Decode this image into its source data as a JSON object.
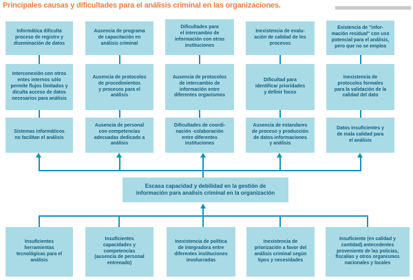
{
  "title": {
    "text": "Principales causas y dificultades para el análisis criminal en las organizaciones."
  },
  "theme": {
    "accent": "#ee7c3e",
    "box_fill": "#a9dbe7",
    "box_text": "#155d7b",
    "line": "#1591b4",
    "bar_gray": "#c9c9c9"
  },
  "diagram": {
    "columns": [
      {
        "boxes": [
          "Informática dificulta\nproceso de registro y\ndiseminación de datos",
          "Interconexión con otros\nentes internos sólo\npermite flujos limitados y\ndiculta acceso de datos\nnecesarios para análisis",
          "Sistemas informáticos\nno facilitan el análisis"
        ]
      },
      {
        "boxes": [
          "Ausencia de programa\nde capacitación en\nanálisis criminal",
          "Ausencia de protocolos\nde procedimientos\ny procesos para el\nanálisis",
          "Ausencia de personal\ncon competencias\nadecuadas dedicado a\nanálisis"
        ]
      },
      {
        "boxes": [
          "Dificultades para\nel intercambio de\ninformación con otras\ninstituciones",
          "Ausencia de protocolos\nde intercambio de\ninformación entre\ndiferentes organismos",
          "Dificultades de coordi-\nnación -colaboración\nentre diferentes\ninstituciones"
        ]
      },
      {
        "boxes": [
          "Inexistencia de evalu-\nación de calidad de los\nprocesos",
          "Dificultad para\nidentificar prioridades\ny definir focos",
          "Ausencia de estandares\nde proceso y producción\nde datos-informaciones\ny análisis"
        ]
      },
      {
        "boxes": [
          "Existencia de \"infor-\nmación residual\" con uso\npotencial para el análisis,\npero que no se emplea",
          "Inexistencia de\nprotocolos formales\npara la validación de la\ncalidad del dato",
          "Datos insuficientes y\nde mala calidad para\nel análisis"
        ]
      }
    ],
    "center_box": "Escasa capacidad y debilidad en la gestión de\ninformación para analisis criminal en la organización",
    "bottom_boxes": [
      "Insuficientes\nherramientas\ntecnológicas para el\nanálisis",
      "Insuficientes\ncapacidades y\ncompetencias\n(ausencia de personal\nentrenado)",
      "Inexistencia de política\nde integradora entre\ndiferentes instituciones\ninvolucradas",
      "Inexistencia de\npriorización a favor del\nanálisis criminal según\ntipos y necesidades",
      "Insuficiente (en calidad y\ncantidad) antecedentes\nproveniente de las policias,\nfiscalias y otros organismos\nnacionales y locales"
    ]
  }
}
